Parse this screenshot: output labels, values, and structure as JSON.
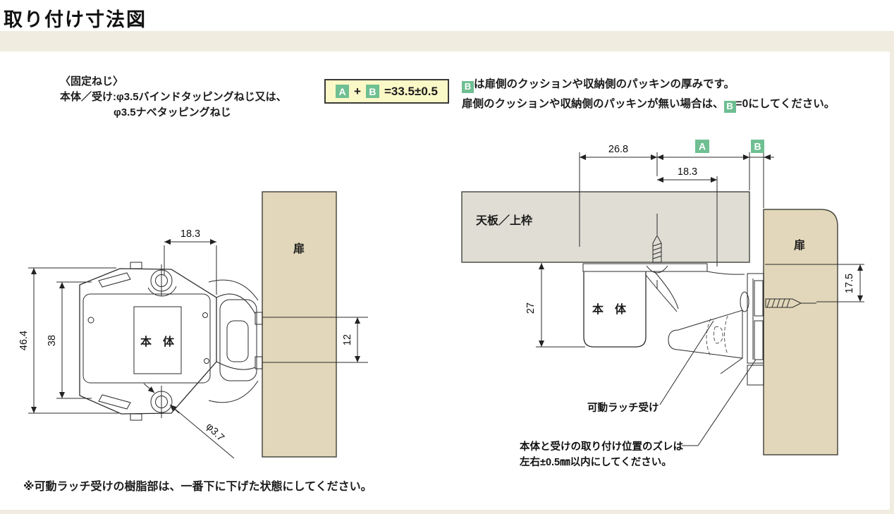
{
  "title": "取り付け寸法図",
  "colors": {
    "band_beige": "#f0ecdf",
    "door_fill": "#e2d7ba",
    "panel_fill": "#dfddd4",
    "formula_bg": "#fbf8c7",
    "badge_green": "#6fbf92",
    "line": "#2b2b2b"
  },
  "screw_note": {
    "header": "〈固定ねじ〉",
    "line1": "本体／受け:φ3.5バインドタッピングねじ又は、",
    "line2": "φ3.5ナベタッピングねじ"
  },
  "formula": {
    "label_a": "A",
    "plus": "+",
    "label_b": "B",
    "result": "=33.5±0.5"
  },
  "b_note": {
    "l1_badge": "B",
    "l1_text": "は扉側のクッションや収納側のパッキンの厚みです。",
    "l2_pre": "扉側のクッションや収納側のパッキンが無い場合は、",
    "l2_badge": "B",
    "l2_post": "=0にしてください。"
  },
  "left_diagram": {
    "dim_top": "18.3",
    "dim_outer_height": "46.4",
    "dim_inner_height": "38",
    "dim_door": "12",
    "dim_hole": "φ3.7",
    "door_label": "扉",
    "body_label": "本　体"
  },
  "left_bottom_note": "※可動ラッチ受けの樹脂部は、一番下に下げた状態にしてください。",
  "right_diagram": {
    "dim_left": "26.8",
    "dim_inner": "18.3",
    "badge_a": "A",
    "badge_b": "B",
    "dim_body_height": "27",
    "dim_door_offset": "17.5",
    "panel_label": "天板／上枠",
    "body_label": "本　体",
    "door_label": "扉",
    "latch_label": "可動ラッチ受け",
    "note_line1": "本体と受けの取り付け位置のズレは",
    "note_line2": "左右±0.5㎜以内にしてください。"
  }
}
